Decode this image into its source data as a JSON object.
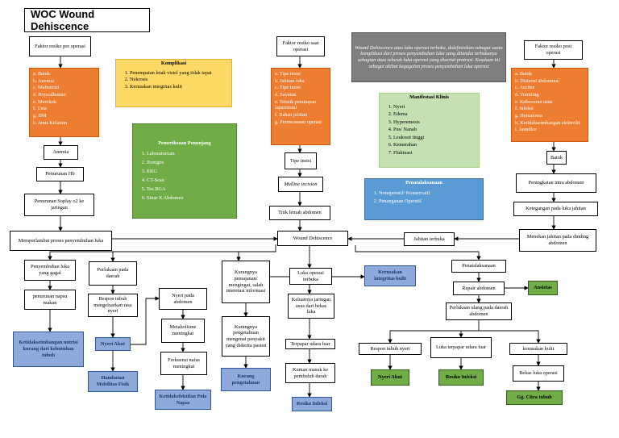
{
  "title": "WOC Wound Dehiscence",
  "definition": "Wound Dehiscence atau luka operasi terbuka, didefinisikan sebagai suatu komplikasi dari proses penyembuhan luka yang ditandai terbukanya sebagian atau seluruh luka operasi yang disertai protrusi. Keadaan ini sebagai akibat kegagalan proses penyembuhan luka operasi",
  "risk_pre": {
    "label": "Faktor resiko pre operasi",
    "items": [
      "a. Batuk",
      "b. Anemia",
      "c. Malnutrisi",
      "d. Hypoalbumin",
      "e. Merokok",
      "f. Usia",
      "g. DM",
      "h. Jenis Kelamin"
    ]
  },
  "risk_intra": {
    "label": "Faktor resiko saat operasi",
    "items": [
      "a. Tipe insisi",
      "b. Jahitan luka",
      "c. Tipe insisi",
      "d. Sayatan",
      "e. Teknik penutupan laparotomi",
      "f. Bahan jahitan",
      "g. Perencanaan operasi"
    ]
  },
  "risk_post": {
    "label": "Faktor resiko post operasi",
    "items": [
      "a. Batuk",
      "b. Distensi abdominal",
      "c. Ascites",
      "d. Vomiting",
      "e. Kebocoran usus",
      "f. Infeksi",
      "g. Hematoma",
      "h. Ketidakseimbangan elektrolit",
      "i. Jaundice"
    ]
  },
  "komplikasi": {
    "title": "Komplikasi",
    "items": [
      "Penempatan letak vistel yang tidak tepat",
      "Nekrosis",
      "Kerusakan integritas kulit"
    ]
  },
  "pemeriksaan": {
    "title": "Pemeriksaan Penunjang",
    "items": [
      "Laboratorium",
      "Rontgen",
      "EKG",
      "CT-Scan",
      "Tes BGA",
      "Sinar X Abdomen"
    ]
  },
  "manifestasi": {
    "title": "Manifestasi Klinis",
    "items": [
      "Nyeri",
      "Edema",
      "Hyperemesis",
      "Pus/ Nanah",
      "Leukosit tinggi",
      "Kemerahan",
      "Fluktuasi"
    ]
  },
  "penatalaksanaan_box": {
    "title": "Penatalaksanaan",
    "items": [
      "Nonoperatif/ Konservatif",
      "Penanganan Operatif"
    ]
  },
  "nodes": {
    "anemia": "Anemia",
    "hb": "Penurunan Hb",
    "o2": "Penurunan Suplay o2 ke jaringan",
    "memperlambat": "Memperlambat proses penyembuhan luka",
    "tipe_insisi": "Tipe insisi",
    "midline": "Mulline incision",
    "titik_lemah": "Titik lemah abdomen",
    "wound": "Wound Dehiscence",
    "jahitan_terbuka": "Jahitan terbuka",
    "batuk": "Batuk",
    "intra_abdomen": "Peningkatan intra abdomen",
    "ketegangan": "Ketegangan pada luka jahitan",
    "menekan": "Menekan jahitan pada dinding abdomen",
    "penyembuhan": "Penyembuhan luka yang gagal",
    "penurunan_napsu": "penurunan napsu makan",
    "ketidakseimbangan": "Ketidakseimbangan nutrisi kurang dari kebutuhan tubuh",
    "perlukaan_daerah": "Perlukaan pada daerah",
    "respon_tubuh": "Respon tubuh mengeluarkan rasa nyeri",
    "nyeri_akut_1": "Nyeri Akut",
    "hambatan": "Hambatan Mobilitas Fisik",
    "nyeri_abdomen": "Nyeri pada abdomen",
    "metabolisme": "Metabolisme meningkat",
    "frekuensi": "Frekuensi nafas meningkat",
    "pola_napas": "Ketidakefektifan Pola Napas",
    "kurang_pemajanan": "Kurangnya pemajanan/ mengingat, salah interetasi informasi",
    "kurang_pengetahuan_mengenai": "Kurangnya pengetahuan mengenai penyakit yang diderita pasien",
    "kurang_pengetahuan": "Kurang pengetahuan",
    "luka_operasi": "Luka operasi terbuka",
    "keluarnya": "Keluarnya jaringan usus dari bekas luka",
    "terpapar_1": "Terpapar udara luar",
    "kuman": "Kuman masuk ke pembuluh darah",
    "resiko_infeksi_1": "Resiko Infeksi",
    "kerusakan_integritas": "Kerusakan integritas kulit",
    "penatalaksanaan": "Penatalaksanaan",
    "repair": "Repair abdomen",
    "ansietas": "Ansietas",
    "perlukaan_ulang": "Perlukaan ulang pada daerah abdomen",
    "respon_nyeri": "Respon tubuh nyeri",
    "nyeri_akut_2": "Nyeri Akut",
    "luka_terpapar": "Luka terpapar udara luar",
    "resiko_infeksi_2": "Resiko Infeksi",
    "kerusakan_kulit": "kerusakan kulit",
    "bekas_luka": "Bekas luka operasi",
    "citra_tubuh": "Gg. Citra tubuh"
  }
}
